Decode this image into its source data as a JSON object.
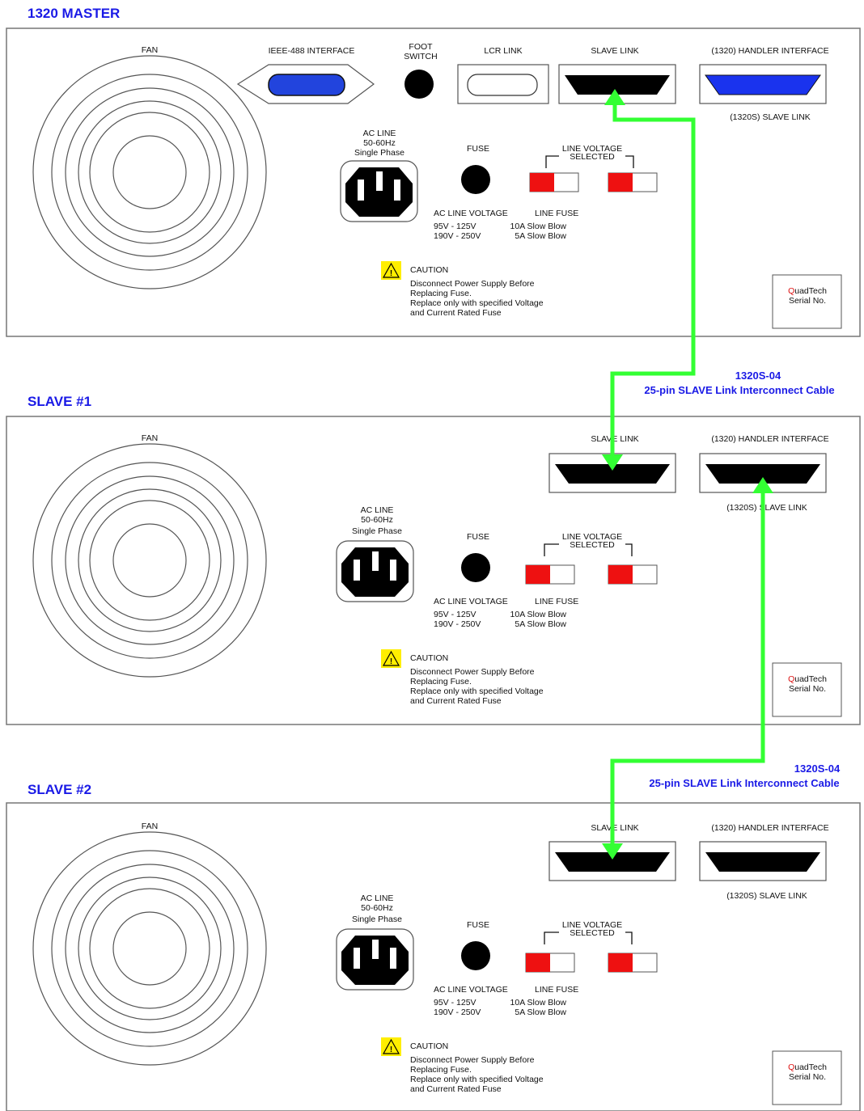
{
  "panels": [
    {
      "title": "1320 MASTER",
      "fan": "FAN",
      "ieee": "IEEE-488 INTERFACE",
      "foot": [
        "FOOT",
        "SWITCH"
      ],
      "lcr": "LCR LINK",
      "slave_link": "SLAVE LINK",
      "handler": "(1320) HANDLER INTERFACE",
      "slave_link_sub": "(1320S) SLAVE LINK",
      "ac_line": [
        "AC LINE",
        "50-60Hz",
        "Single Phase"
      ],
      "fuse": "FUSE",
      "line_voltage": [
        "LINE VOLTAGE",
        "SELECTED"
      ],
      "ac_line_voltage": "AC LINE VOLTAGE",
      "line_fuse": "LINE FUSE",
      "voltage_rows": [
        [
          "95V - 125V",
          "10A Slow Blow"
        ],
        [
          "190V - 250V",
          "5A Slow Blow"
        ]
      ],
      "caution": "CAUTION",
      "caution_text": [
        "Disconnect Power Supply Before",
        "Replacing Fuse.",
        "Replace only with specified Voltage",
        "and Current Rated Fuse"
      ],
      "brand_q": "Q",
      "brand_rest": "uadTech",
      "serial": "Serial No."
    },
    {
      "title": "SLAVE #1",
      "fan": "FAN",
      "slave_link": "SLAVE LINK",
      "handler": "(1320) HANDLER INTERFACE",
      "slave_link_sub": "(1320S) SLAVE LINK",
      "ac_line": [
        "AC LINE",
        "50-60Hz",
        "Single Phase"
      ],
      "fuse": "FUSE",
      "line_voltage": [
        "LINE VOLTAGE",
        "SELECTED"
      ],
      "ac_line_voltage": "AC LINE VOLTAGE",
      "line_fuse": "LINE FUSE",
      "voltage_rows": [
        [
          "95V - 125V",
          "10A Slow Blow"
        ],
        [
          "190V - 250V",
          "5A Slow Blow"
        ]
      ],
      "caution": "CAUTION",
      "caution_text": [
        "Disconnect Power Supply Before",
        "Replacing Fuse.",
        "Replace only with specified Voltage",
        "and Current Rated Fuse"
      ],
      "brand_q": "Q",
      "brand_rest": "uadTech",
      "serial": "Serial No."
    },
    {
      "title": "SLAVE #2",
      "fan": "FAN",
      "slave_link": "SLAVE LINK",
      "handler": "(1320) HANDLER INTERFACE",
      "slave_link_sub": "(1320S) SLAVE LINK",
      "ac_line": [
        "AC LINE",
        "50-60Hz",
        "Single Phase"
      ],
      "fuse": "FUSE",
      "line_voltage": [
        "LINE VOLTAGE",
        "SELECTED"
      ],
      "ac_line_voltage": "AC LINE VOLTAGE",
      "line_fuse": "LINE FUSE",
      "voltage_rows": [
        [
          "95V - 125V",
          "10A Slow Blow"
        ],
        [
          "190V - 250V",
          "5A Slow Blow"
        ]
      ],
      "caution": "CAUTION",
      "caution_text": [
        "Disconnect Power Supply Before",
        "Replacing Fuse.",
        "Replace only with specified Voltage",
        "and Current Rated Fuse"
      ],
      "brand_q": "Q",
      "brand_rest": "uadTech",
      "serial": "Serial No."
    }
  ],
  "cables": [
    {
      "part": "1320S-04",
      "desc": "25-pin SLAVE Link Interconnect Cable"
    },
    {
      "part": "1320S-04",
      "desc": "25-pin SLAVE Link Interconnect Cable"
    }
  ],
  "colors": {
    "title": "#1a1ae6",
    "cable": "#33ff33",
    "ieee_connector": "#2244dd",
    "handler_connector_master": "#1a33ee",
    "voltage_selector": "#ee1111",
    "caution_triangle": "#ffee00",
    "brand_q": "#dd1111"
  }
}
